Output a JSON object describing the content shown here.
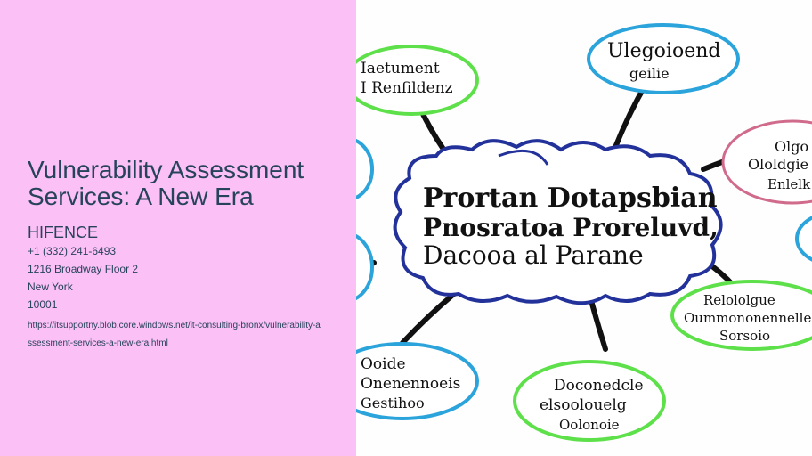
{
  "page": {
    "title": "Vulnerability Assessment Services: A New Era",
    "company": "HIFENCE",
    "phone": "+1 (332) 241-6493",
    "address": "1216 Broadway Floor 2",
    "city": "New York",
    "zip": "10001",
    "url": "https://itsupportny.blob.core.windows.net/it-consulting-bronx/vulnerability-assessment-services-a-new-era.html"
  },
  "image": {
    "center_lines": [
      "Prortan Dotapsbian",
      "Pnosratoa Proreluvd,",
      "Dacooa al Parane"
    ],
    "bubbles": {
      "top_left": [
        "Iaetument",
        "I Renfildenz"
      ],
      "top_center": [
        "Ulegoioend",
        "geilie"
      ],
      "right_upper": [
        "Olgo",
        "Ololdgie",
        "Enlelk"
      ],
      "right_lower": [
        "Relololgue",
        "Oummononennelle",
        "Sorsoio"
      ],
      "bottom_center": [
        "Doconedcle",
        "elsoolouelg",
        "Oolonoie"
      ],
      "bottom_left": [
        "Ooide",
        "Onenennoeis",
        "Gestihoo"
      ]
    },
    "colors": {
      "green": "#5ee04a",
      "blue": "#2ba3db",
      "cloud": "#23329a",
      "pink": "#d06b8c"
    }
  }
}
